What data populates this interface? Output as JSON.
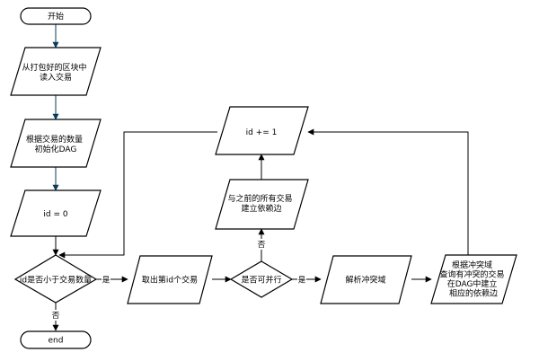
{
  "flowchart": {
    "nodes": {
      "start": {
        "text": [
          "开始"
        ]
      },
      "read_tx": {
        "text": [
          "从打包好的区块中",
          "读入交易"
        ]
      },
      "init_dag": {
        "text": [
          "根据交易的数量",
          "初始化DAG"
        ]
      },
      "id_zero": {
        "text": [
          "id = 0"
        ]
      },
      "cond_id": {
        "text": [
          "id是否小于交易数量"
        ]
      },
      "end": {
        "text": [
          "end"
        ]
      },
      "take_tx": {
        "text": [
          "取出第id个交易"
        ]
      },
      "cond_parallel": {
        "text": [
          "是否可并行"
        ]
      },
      "parse_conflict": {
        "text": [
          "解析冲突域"
        ]
      },
      "dep_conflict": {
        "text": [
          "根据冲突域",
          "查询有冲突的交易",
          "在DAG中建立",
          "相应的依赖边"
        ]
      },
      "dep_all": {
        "text": [
          "与之前的所有交易",
          "建立依赖边"
        ]
      },
      "id_inc": {
        "text": [
          "id += 1"
        ]
      }
    },
    "edge_labels": {
      "cond_id_yes": "是",
      "cond_id_no": "否",
      "cond_parallel_yes": "是",
      "cond_parallel_no": "否"
    }
  }
}
